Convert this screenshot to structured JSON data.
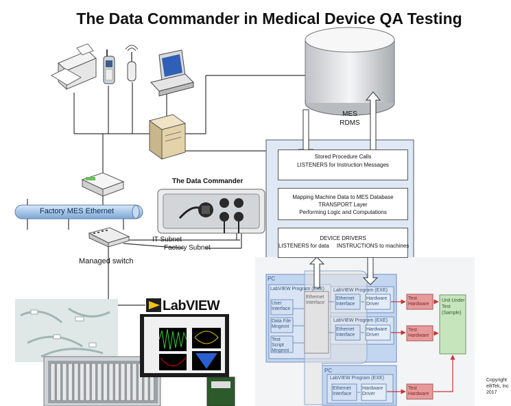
{
  "title": "The Data Commander in Medical Device QA Testing",
  "mes_db": {
    "line1": "MES",
    "line2": "RDMS"
  },
  "stack": [
    {
      "id": "layer-1",
      "lines": [
        "Stored Procedure Calls",
        "LISTENERS for Instruction Messages"
      ]
    },
    {
      "id": "layer-2",
      "lines": [
        "Mapping Machine Data to MES Database",
        "TRANSPORT Layer",
        "Performing Logic and Computations"
      ]
    },
    {
      "id": "layer-3",
      "lines": [
        "DEVICE DRIVERS",
        "LISTENERS for data     INSTRUCTIONS to machines"
      ]
    }
  ],
  "data_commander_label": "The Data Commander",
  "ethernet_label": "Factory MES Ethernet",
  "it_subnet": "IT Subnet",
  "factory_subnet": "Factory Subnet",
  "managed_switch": "Managed switch",
  "labview_logo": "LabVIEW",
  "pc_label": "PC",
  "pc_label_2": "PC",
  "labview_program": "LabVIEW Program (EXE)",
  "user_interface": "User Interface",
  "data_file": "Data File Mngmnt",
  "test_script": "Test Script Mngmnt",
  "ethernet_interface": "Ethernet Interface",
  "hardware_driver": "Hardware Driver",
  "test_hardware": "Test Hardware",
  "uut": "Unit Under Test (Sample)",
  "copyright": [
    "Copyright",
    "elliTek, Inc",
    "2017"
  ],
  "colors": {
    "pipe": "#a9c6e8",
    "pc_bg": "#c3d6f0",
    "pc_inner": "#b7cbeb",
    "green": "#c6e5bd",
    "red": "#e79a9a",
    "arrow_red": "#c33"
  }
}
